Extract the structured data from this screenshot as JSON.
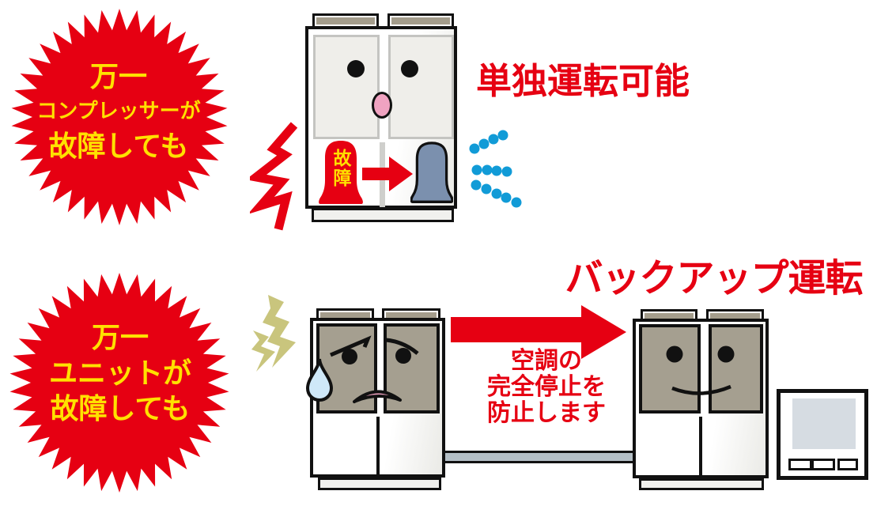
{
  "colors": {
    "red": "#e60012",
    "yellow": "#ffe100",
    "panel-khaki": "#a59f90",
    "vent": "#a49d8c",
    "compressor-blue": "#7b90ae",
    "air-blue": "#119bd7",
    "tear-blue": "#cfe8f8",
    "lightning": "#c9c57d",
    "mouth-pink": "#f0a3c1",
    "pipe-gray": "#b4bfc6",
    "screen-gray": "#d6dce2"
  },
  "top_section": {
    "badge": {
      "lines": [
        "万一",
        "コンプレッサーが",
        "故障しても"
      ]
    },
    "title": "単独運転可能",
    "unit": {
      "failure_label": "故障"
    }
  },
  "bottom_section": {
    "badge": {
      "lines": [
        "万一",
        "ユニットが",
        "故障しても"
      ]
    },
    "title": "バックアップ運転",
    "arrow_caption": {
      "lines": [
        "空調の",
        "完全停止を",
        "防止します"
      ]
    }
  }
}
